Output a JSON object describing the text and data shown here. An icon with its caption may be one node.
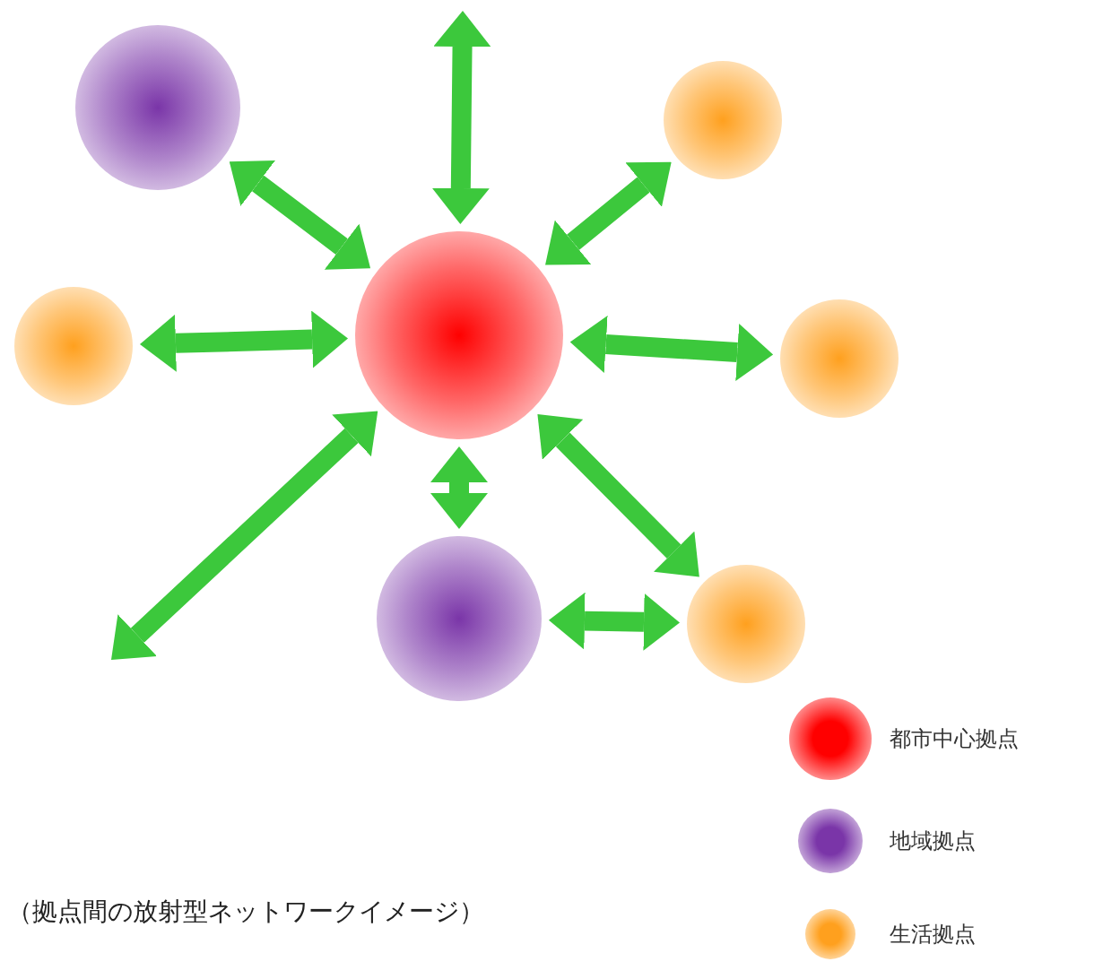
{
  "diagram": {
    "caption": "（拠点間の放射型ネットワークイメージ）",
    "nodes": [
      {
        "text": [],
        "shape": "circle"
      },
      {
        "text": [],
        "shape": "circle"
      },
      {
        "text": [],
        "shape": "circle"
      },
      {
        "text": [],
        "shape": "circle"
      },
      {
        "text": [],
        "shape": "circle"
      },
      {
        "text": [],
        "shape": "circle"
      },
      {
        "text": [],
        "shape": "circle"
      }
    ],
    "edges": [
      {
        "from": 3,
        "to": null,
        "arrow": "both"
      },
      {
        "from": 3,
        "to": 0,
        "arrow": "both"
      },
      {
        "from": 3,
        "to": 1,
        "arrow": "both"
      },
      {
        "from": 3,
        "to": 2,
        "arrow": "both"
      },
      {
        "from": 3,
        "to": 4,
        "arrow": "both"
      },
      {
        "from": 3,
        "to": null,
        "arrow": "both"
      },
      {
        "from": 3,
        "to": 5,
        "arrow": "both"
      },
      {
        "from": 3,
        "to": 6,
        "arrow": "both"
      },
      {
        "from": 5,
        "to": 6,
        "arrow": "both"
      }
    ],
    "legend": [
      {
        "text": "都市中心拠点",
        "color": "#ff0000"
      },
      {
        "text": "地域拠点",
        "color": "#7a35a8"
      },
      {
        "text": "生活拠点",
        "color": "#ffa01e"
      }
    ]
  }
}
